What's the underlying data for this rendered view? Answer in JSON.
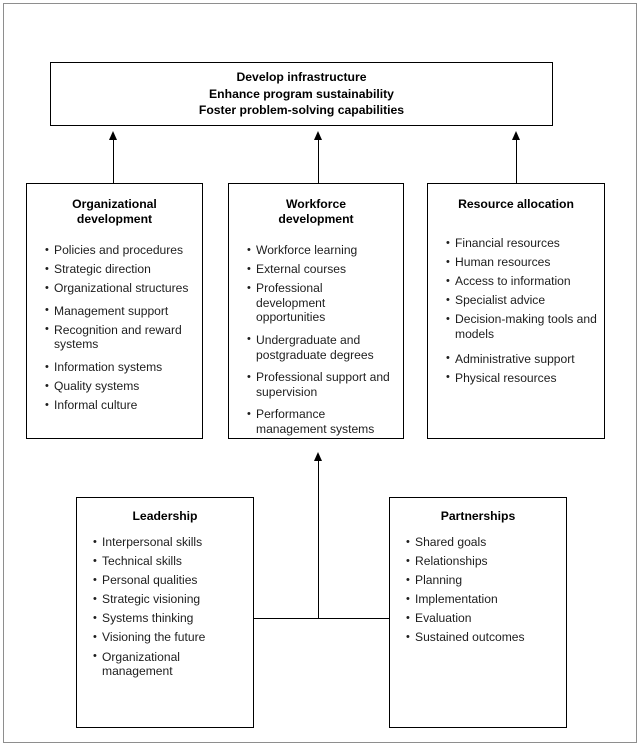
{
  "diagram": {
    "goal_box": {
      "lines": [
        "Develop infrastructure",
        "Enhance program sustainability",
        "Foster problem-solving capabilities"
      ]
    },
    "pillars": [
      {
        "title_lines": [
          "Organizational",
          "development"
        ],
        "items": [
          "Policies and procedures",
          "Strategic direction",
          "Organizational structures",
          "Management support",
          "Recognition and reward systems",
          "Information systems",
          "Quality systems",
          "Informal culture"
        ]
      },
      {
        "title_lines": [
          "Workforce",
          "development"
        ],
        "items": [
          "Workforce learning",
          "External courses",
          "Professional development opportunities",
          "Undergraduate and postgraduate degrees",
          "Professional support and supervision",
          "Performance management systems"
        ]
      },
      {
        "title_lines": [
          "Resource allocation"
        ],
        "items": [
          "Financial resources",
          "Human resources",
          "Access to information",
          "Specialist advice",
          "Decision-making tools and models",
          "Administrative support",
          "Physical resources"
        ]
      }
    ],
    "foundations": [
      {
        "title_lines": [
          "Leadership"
        ],
        "items": [
          "Interpersonal skills",
          "Technical skills",
          "Personal qualities",
          "Strategic visioning",
          "Systems thinking",
          "Visioning the future",
          "Organizational management"
        ]
      },
      {
        "title_lines": [
          "Partnerships"
        ],
        "items": [
          "Shared goals",
          "Relationships",
          "Planning",
          "Implementation",
          "Evaluation",
          "Sustained outcomes"
        ]
      }
    ],
    "colors": {
      "box_border": "#000000",
      "outer_border": "#8e8e8e",
      "text": "#1d1d1d",
      "background": "#ffffff"
    }
  }
}
